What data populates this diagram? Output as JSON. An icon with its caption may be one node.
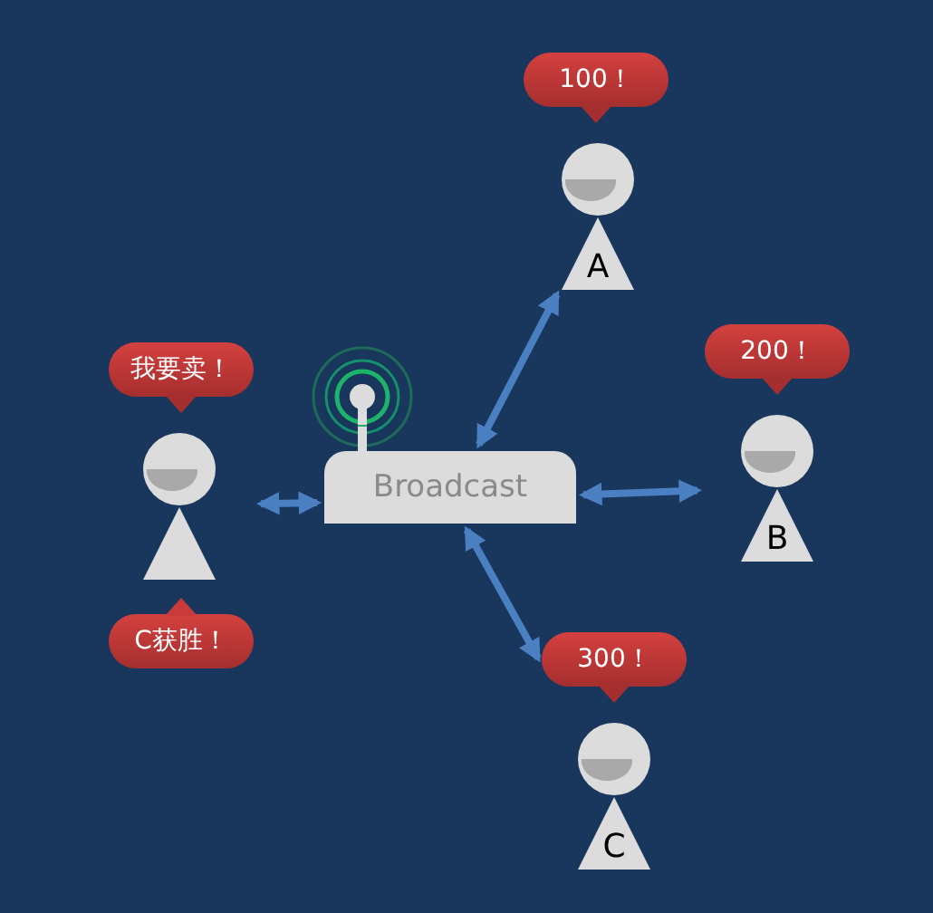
{
  "diagram": {
    "nodes": [
      {
        "text": [
          "Broadcast"
        ]
      },
      {
        "text": [
          "我要卖！",
          "C获胜！"
        ]
      },
      {
        "text": [
          "100！",
          "A"
        ]
      },
      {
        "text": [
          "200！",
          "B"
        ]
      },
      {
        "text": [
          "300！",
          "C"
        ]
      }
    ],
    "edges": [
      {
        "from": 0,
        "to": 1,
        "arrow": "both"
      },
      {
        "from": 0,
        "to": 2,
        "arrow": "both"
      },
      {
        "from": 0,
        "to": 3,
        "arrow": "both"
      },
      {
        "from": 0,
        "to": 4,
        "arrow": "both"
      }
    ]
  }
}
